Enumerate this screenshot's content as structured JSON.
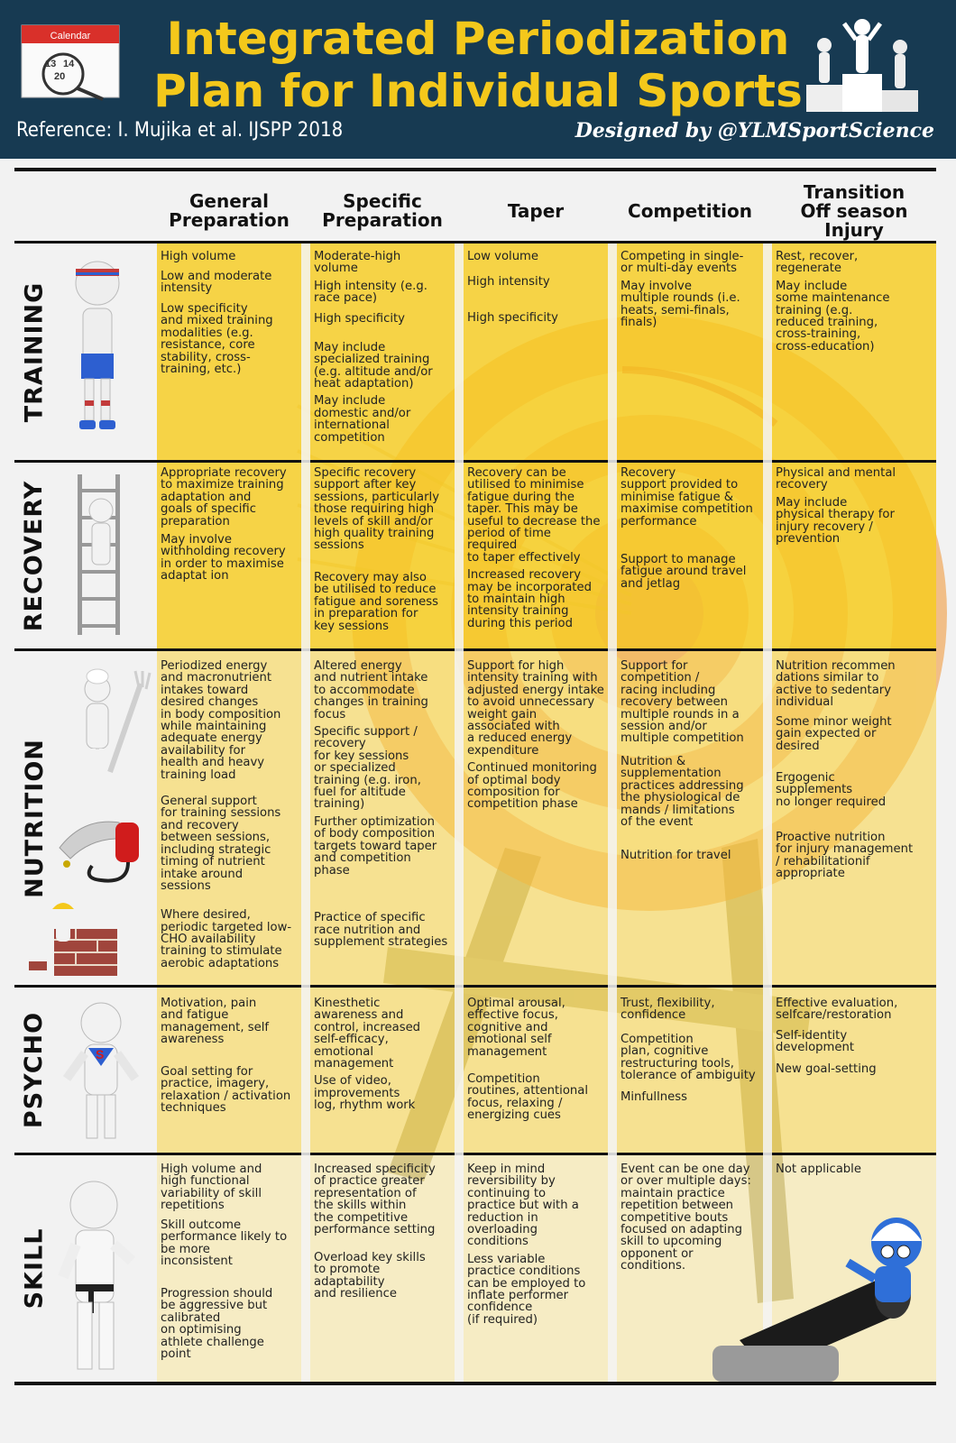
{
  "header": {
    "title_line1": "Integrated Periodization",
    "title_line2": "Plan for Individual Sports",
    "reference": "Reference: I. Mujika et al. IJSPP 2018",
    "credit": "Designed by @YLMSportScience",
    "calendar_label": "Calendar",
    "calendar_nums": [
      "13",
      "14",
      "20"
    ]
  },
  "columns": [
    "General\nPreparation",
    "Specific\nPreparation",
    "Taper",
    "Competition",
    "Transition\nOff season\nInjury"
  ],
  "rows": [
    {
      "label": "TRAINING",
      "cells": [
        [
          "High volume",
          "Low and moderate\nintensity",
          "Low specificity\nand mixed training\nmodalities (e.g.\nresistance, core\nstability, cross-\ntraining, etc.)"
        ],
        [
          "Moderate-high\nvolume",
          "High intensity (e.g.\nrace pace)",
          "High specificity",
          "May include\nspecialized training\n(e.g. altitude and/or\nheat adaptation)",
          "May include\ndomestic and/or\ninternational\ncompetition"
        ],
        [
          "Low volume",
          "High intensity",
          "High specificity"
        ],
        [
          "Competing in single-\nor multi-day events",
          "May involve\nmultiple rounds (i.e.\nheats, semi-finals,\nfinals)"
        ],
        [
          "Rest, recover,\nregenerate",
          "May include\nsome maintenance\ntraining (e.g.\nreduced training,\ncross-training,\ncross-education)"
        ]
      ]
    },
    {
      "label": "RECOVERY",
      "cells": [
        [
          "Appropriate recovery\nto maximize training\nadaptation and\ngoals of specific\npreparation",
          "May involve\nwithholding recovery\nin order to maximise\nadaptat ion"
        ],
        [
          "Specific recovery\nsupport after key\nsessions, particularly\nthose requiring high\nlevels of skill and/or\nhigh quality training\nsessions",
          "Recovery may also\nbe utilised to reduce\nfatigue and soreness\nin preparation for\nkey sessions"
        ],
        [
          "Recovery can be\nutilised to minimise\nfatigue during the\ntaper. This may be\nuseful to decrease the\nperiod of time\nrequired\nto taper effectively",
          "Increased recovery\nmay be incorporated\nto maintain high\nintensity training\nduring this period"
        ],
        [
          "Recovery\nsupport provided to\nminimise fatigue &\nmaximise competition\nperformance",
          "Support to manage\nfatigue around travel\nand jetlag"
        ],
        [
          "Physical and mental\nrecovery",
          "May include\nphysical therapy for\ninjury recovery /\nprevention"
        ]
      ]
    },
    {
      "label": "NUTRITION",
      "cells": [
        [
          "Periodized energy\nand macronutrient\nintakes toward\ndesired changes\nin body composition\nwhile maintaining\nadequate energy\navailability for\nhealth and heavy\ntraining load",
          "General support\nfor training sessions\nand recovery\nbetween sessions,\nincluding strategic\ntiming of nutrient\nintake around\nsessions",
          "Where desired,\nperiodic targeted low-\nCHO availability\ntraining to stimulate\naerobic adaptations"
        ],
        [
          "Altered energy\nand nutrient intake\nto accommodate\nchanges in training\nfocus",
          "Specific support /\nrecovery\nfor key sessions\nor specialized\ntraining (e.g. iron,\nfuel for altitude\ntraining)",
          "Further optimization\nof body composition\ntargets toward taper\nand competition\nphase",
          "Practice of specific\nrace nutrition and\nsupplement strategies"
        ],
        [
          "Support for high\nintensity training with\nadjusted energy intake\nto avoid unnecessary\nweight gain\nassociated with\na reduced energy\nexpenditure",
          "Continued monitoring\nof optimal body\ncomposition for\ncompetition phase"
        ],
        [
          "Support for\ncompetition /\nracing including\nrecovery between\nmultiple rounds in a\nsession and/or\nmultiple competition",
          "Nutrition &\nsupplementation\npractices addressing\nthe physiological de\nmands / limitations\nof the event",
          "Nutrition for travel"
        ],
        [
          "Nutrition recommen\ndations similar to\nactive to sedentary\nindividual",
          "Some minor weight\ngain expected or\ndesired",
          "Ergogenic\nsupplements\nno longer required",
          "Proactive nutrition\nfor injury management\n/ rehabilitationif\nappropriate"
        ]
      ]
    },
    {
      "label": "PSYCHO",
      "cells": [
        [
          "Motivation, pain\nand fatigue\nmanagement, self\nawareness",
          "Goal setting for\npractice, imagery,\nrelaxation / activation\ntechniques"
        ],
        [
          "Kinesthetic\nawareness and\ncontrol, increased\nself-efficacy,\nemotional\nmanagement",
          "Use of video,\nimprovements\nlog, rhythm work"
        ],
        [
          "Optimal arousal,\neffective focus,\ncognitive and\nemotional self\nmanagement",
          "Competition\nroutines, attentional\nfocus, relaxing /\nenergizing cues"
        ],
        [
          "Trust, flexibility,\nconfidence",
          "Competition\nplan, cognitive\nrestructuring tools,\ntolerance of ambiguity",
          "Minfullness"
        ],
        [
          "Effective evaluation,\nselfcare/restoration",
          "Self-identity\ndevelopment",
          "New goal-setting"
        ]
      ]
    },
    {
      "label": "SKILL",
      "cells": [
        [
          "High volume and\nhigh functional\nvariability of skill\nrepetitions",
          "Skill outcome\nperformance likely to\nbe more\ninconsistent",
          "Progression should\nbe aggressive but\ncalibrated\non optimising\nathlete challenge\npoint"
        ],
        [
          "Increased specificity\nof practice greater\nrepresentation of\nthe skills within\nthe competitive\nperformance setting",
          "Overload key skills\nto promote\nadaptability\nand resilience"
        ],
        [
          "Keep in mind\nreversibility by\ncontinuing to\npractice but with a\nreduction in\noverloading\nconditions",
          "Less variable\npractice conditions\ncan be employed to\ninflate performer\nconfidence\n(if required)"
        ],
        [
          "Event can be one day\nor over multiple days:\nmaintain practice\nrepetition between\ncompetitive bouts\nfocused on adapting\nskill to upcoming\nopponent or\nconditions."
        ],
        [
          "Not applicable"
        ]
      ]
    }
  ],
  "colors": {
    "header_bg": "#173a52",
    "title": "#f4c81b",
    "band": "#f7cc20",
    "target_orange": "#f08a1c",
    "target_red": "#e23a2a"
  },
  "icons": [
    "calendar-icon",
    "podium-icon",
    "runner-figure-icon",
    "ladder-climber-icon",
    "chef-fork-icon",
    "fuel-pump-icon",
    "bricklayer-icon",
    "superhero-icon",
    "karate-figure-icon",
    "cannon-icon"
  ]
}
